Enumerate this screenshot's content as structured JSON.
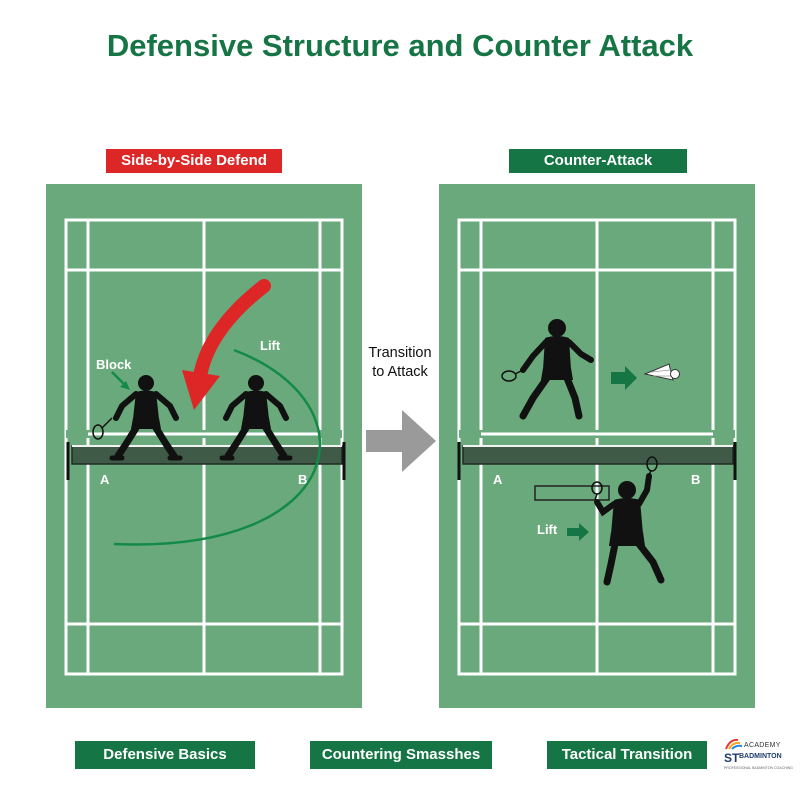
{
  "title": "Defensive Structure and Counter Attack",
  "left_panel": {
    "label": "Side-by-Side Defend",
    "annotations": {
      "block": "Block",
      "lift": "Lift"
    },
    "player_a": "A",
    "player_b": "B"
  },
  "transition": {
    "line1": "Transition",
    "line2": "to Attack"
  },
  "right_panel": {
    "label": "Counter-Attack",
    "annotations": {
      "lift": "Lift"
    },
    "player_a": "A",
    "player_b": "B"
  },
  "buttons": {
    "defensive_basics": "Defensive Basics",
    "countering_smashes": "Countering Smasshes",
    "tactical_transition": "Tactical Transition"
  },
  "logo": {
    "line1": "ACADEMY",
    "line2": "ST",
    "line3": "BADMINTON",
    "line4": "PROFESSIONAL BADMINTON COACHING"
  },
  "colors": {
    "court": "#6aa97c",
    "brand_green": "#167544",
    "defend_red": "#dd2727",
    "lift_curve": "#138a48",
    "arrow_grey": "#9a9a9a"
  }
}
